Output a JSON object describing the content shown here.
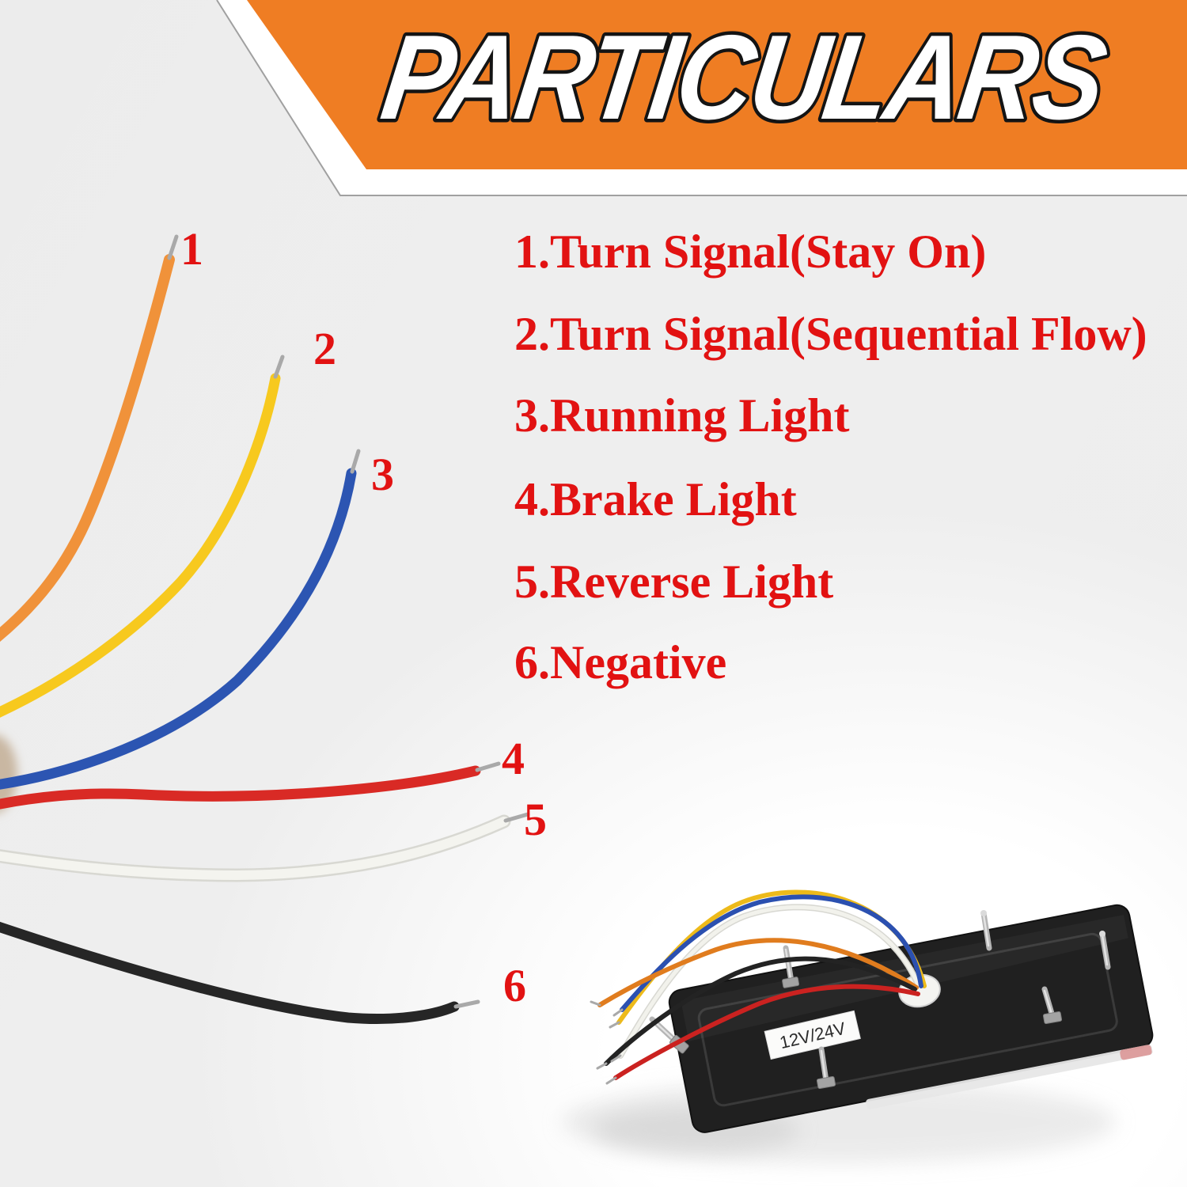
{
  "banner": {
    "title": "PARTICULARS",
    "colors": {
      "background": "#EF7D23",
      "stripe": "#FFFFFF",
      "edge_line": "#A0A0A0",
      "title_fill": "#FFFFFF",
      "title_outline": "#141414"
    }
  },
  "legend": {
    "text_color": "#E21212",
    "items": [
      "1.Turn Signal(Stay On)",
      "2.Turn Signal(Sequential Flow)",
      "3.Running Light",
      "4.Brake Light",
      "5.Reverse Light",
      "6.Negative"
    ]
  },
  "wires": [
    {
      "number": "1",
      "color_name": "orange",
      "color": "#F0923A"
    },
    {
      "number": "2",
      "color_name": "yellow",
      "color": "#F7C91E"
    },
    {
      "number": "3",
      "color_name": "blue",
      "color": "#2C55B2"
    },
    {
      "number": "4",
      "color_name": "red",
      "color": "#D92A25"
    },
    {
      "number": "5",
      "color_name": "white",
      "color": "#F4F4EF"
    },
    {
      "number": "6",
      "color_name": "black",
      "color": "#262626"
    }
  ],
  "device": {
    "voltage_label": "12V/24V",
    "body_color": "#1F1F1F",
    "stud_color": "#B9B9B9",
    "grommet_color": "#F4F4F1"
  },
  "palette": {
    "page_bg": "#FAFAFA",
    "tip_silver": "#A9A9A9",
    "wire_orange": "#F0923A",
    "wire_yellow": "#F7C91E",
    "wire_blue": "#2C55B2",
    "wire_red": "#D92A25",
    "wire_white": "#F4F4EF",
    "wire_white_edge": "#D8D8D2",
    "wire_black": "#262626",
    "legend_red": "#E21212",
    "banner_orange": "#EF7D23",
    "banner_edge": "#A0A0A0",
    "title_fill": "#FFFFFF",
    "title_outline": "#141414",
    "device_black": "#202020"
  }
}
